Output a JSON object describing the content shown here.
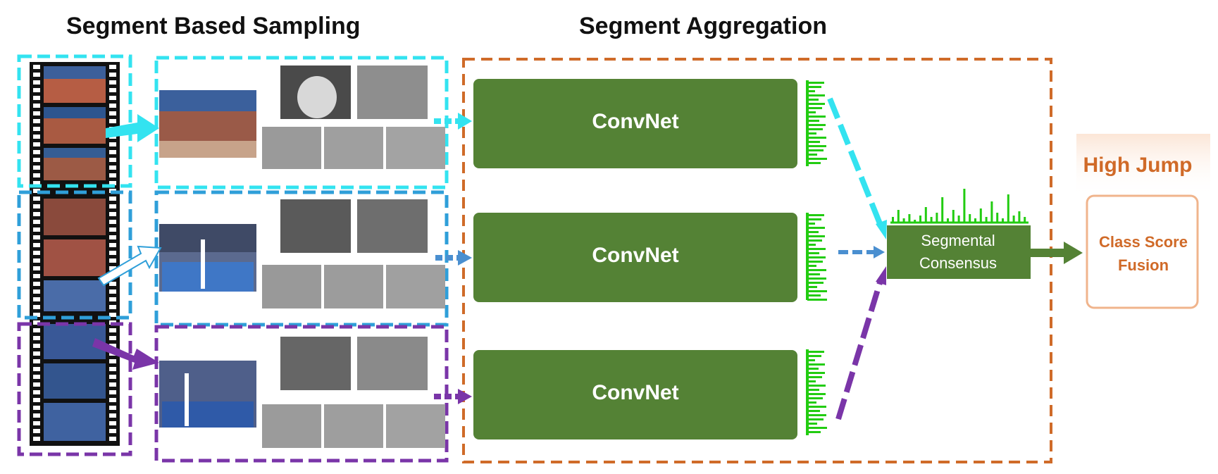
{
  "headings": {
    "sampling": "Segment Based Sampling",
    "aggregation": "Segment Aggregation"
  },
  "convnets": [
    {
      "label": "ConvNet"
    },
    {
      "label": "ConvNet"
    },
    {
      "label": "ConvNet"
    }
  ],
  "consensus": {
    "line1": "Segmental",
    "line2": "Consensus"
  },
  "result": {
    "prediction": "High Jump",
    "fusion_line1": "Class Score",
    "fusion_line2": "Fusion"
  },
  "colors": {
    "segment1": "#33e3f0",
    "segment2": "#2f9fd9",
    "segment3": "#7a35a8",
    "aggregation_border": "#cf6b29",
    "convnet_fill": "#548235",
    "score_bars": "#22cc11",
    "fusion_text": "#d06a28",
    "film": "#111111"
  },
  "icons": [
    "film-strip-icon",
    "video-frame-icon",
    "optical-flow-icon",
    "score-histogram-icon",
    "arrow-icon"
  ]
}
